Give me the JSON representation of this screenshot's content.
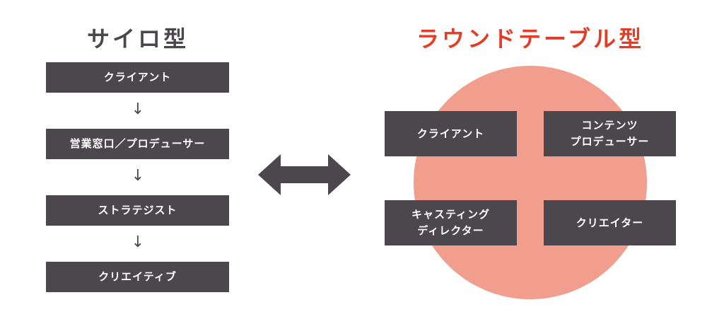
{
  "colors": {
    "accent": "#e33d27",
    "box": "#4b474d",
    "circle": "#f29e8e",
    "dark": "#4b474d"
  },
  "silo": {
    "title": "サイロ型",
    "steps": [
      "クライアント",
      "営業窓口／プロデューサー",
      "ストラテジスト",
      "クリエイティブ"
    ],
    "arrow": "↓"
  },
  "roundtable": {
    "title": "ラウンドテーブル型",
    "members": [
      "クライアント",
      "コンテンツ\nプロデューサー",
      "キャスティング\nディレクター",
      "クリエイター"
    ]
  }
}
